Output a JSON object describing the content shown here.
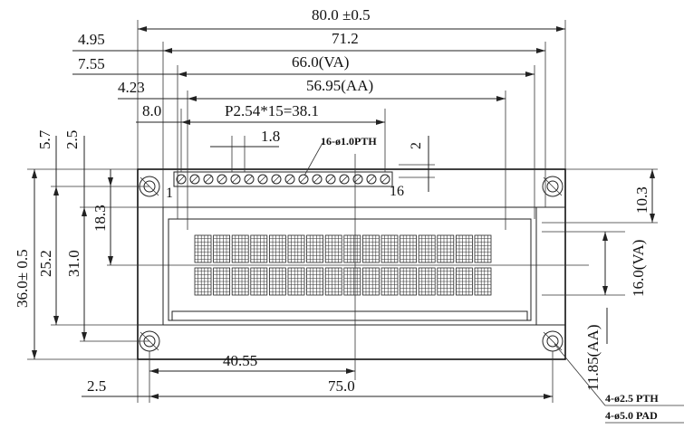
{
  "dimensions": {
    "overall_width": "80.0 ±0.5",
    "pcb_width": "71.2",
    "view_area_width": "66.0(VA)",
    "active_area_width": "56.95(AA)",
    "offset_4_95": "4.95",
    "offset_7_55": "7.55",
    "offset_4_23": "4.23",
    "offset_8_0": "8.0",
    "pin_span": "P2.54*15=38.1",
    "pin_width": "1.8",
    "pin_holes": "16-ø1.0PTH",
    "pin_offset": "2",
    "top_5_7": "5.7",
    "top_2_5": "2.5",
    "overall_height": "36.0± 0.5",
    "height_25_2": "25.2",
    "height_31_0": "31.0",
    "height_18_3": "18.3",
    "height_10_3": "10.3",
    "view_area_height": "16.0(VA)",
    "active_area_height": "11.85(AA)",
    "bottom_40_55": "40.55",
    "bottom_2_5": "2.5",
    "mount_span": "75.0",
    "mount_hole": "4-ø2.5 PTH",
    "mount_pad": "4-ø5.0 PAD"
  },
  "pin_labels": {
    "first": "1",
    "last": "16"
  },
  "display": {
    "columns": 16,
    "rows": 2,
    "pins": 16
  },
  "colors": {
    "line": "#222222",
    "paper": "#ffffff"
  }
}
